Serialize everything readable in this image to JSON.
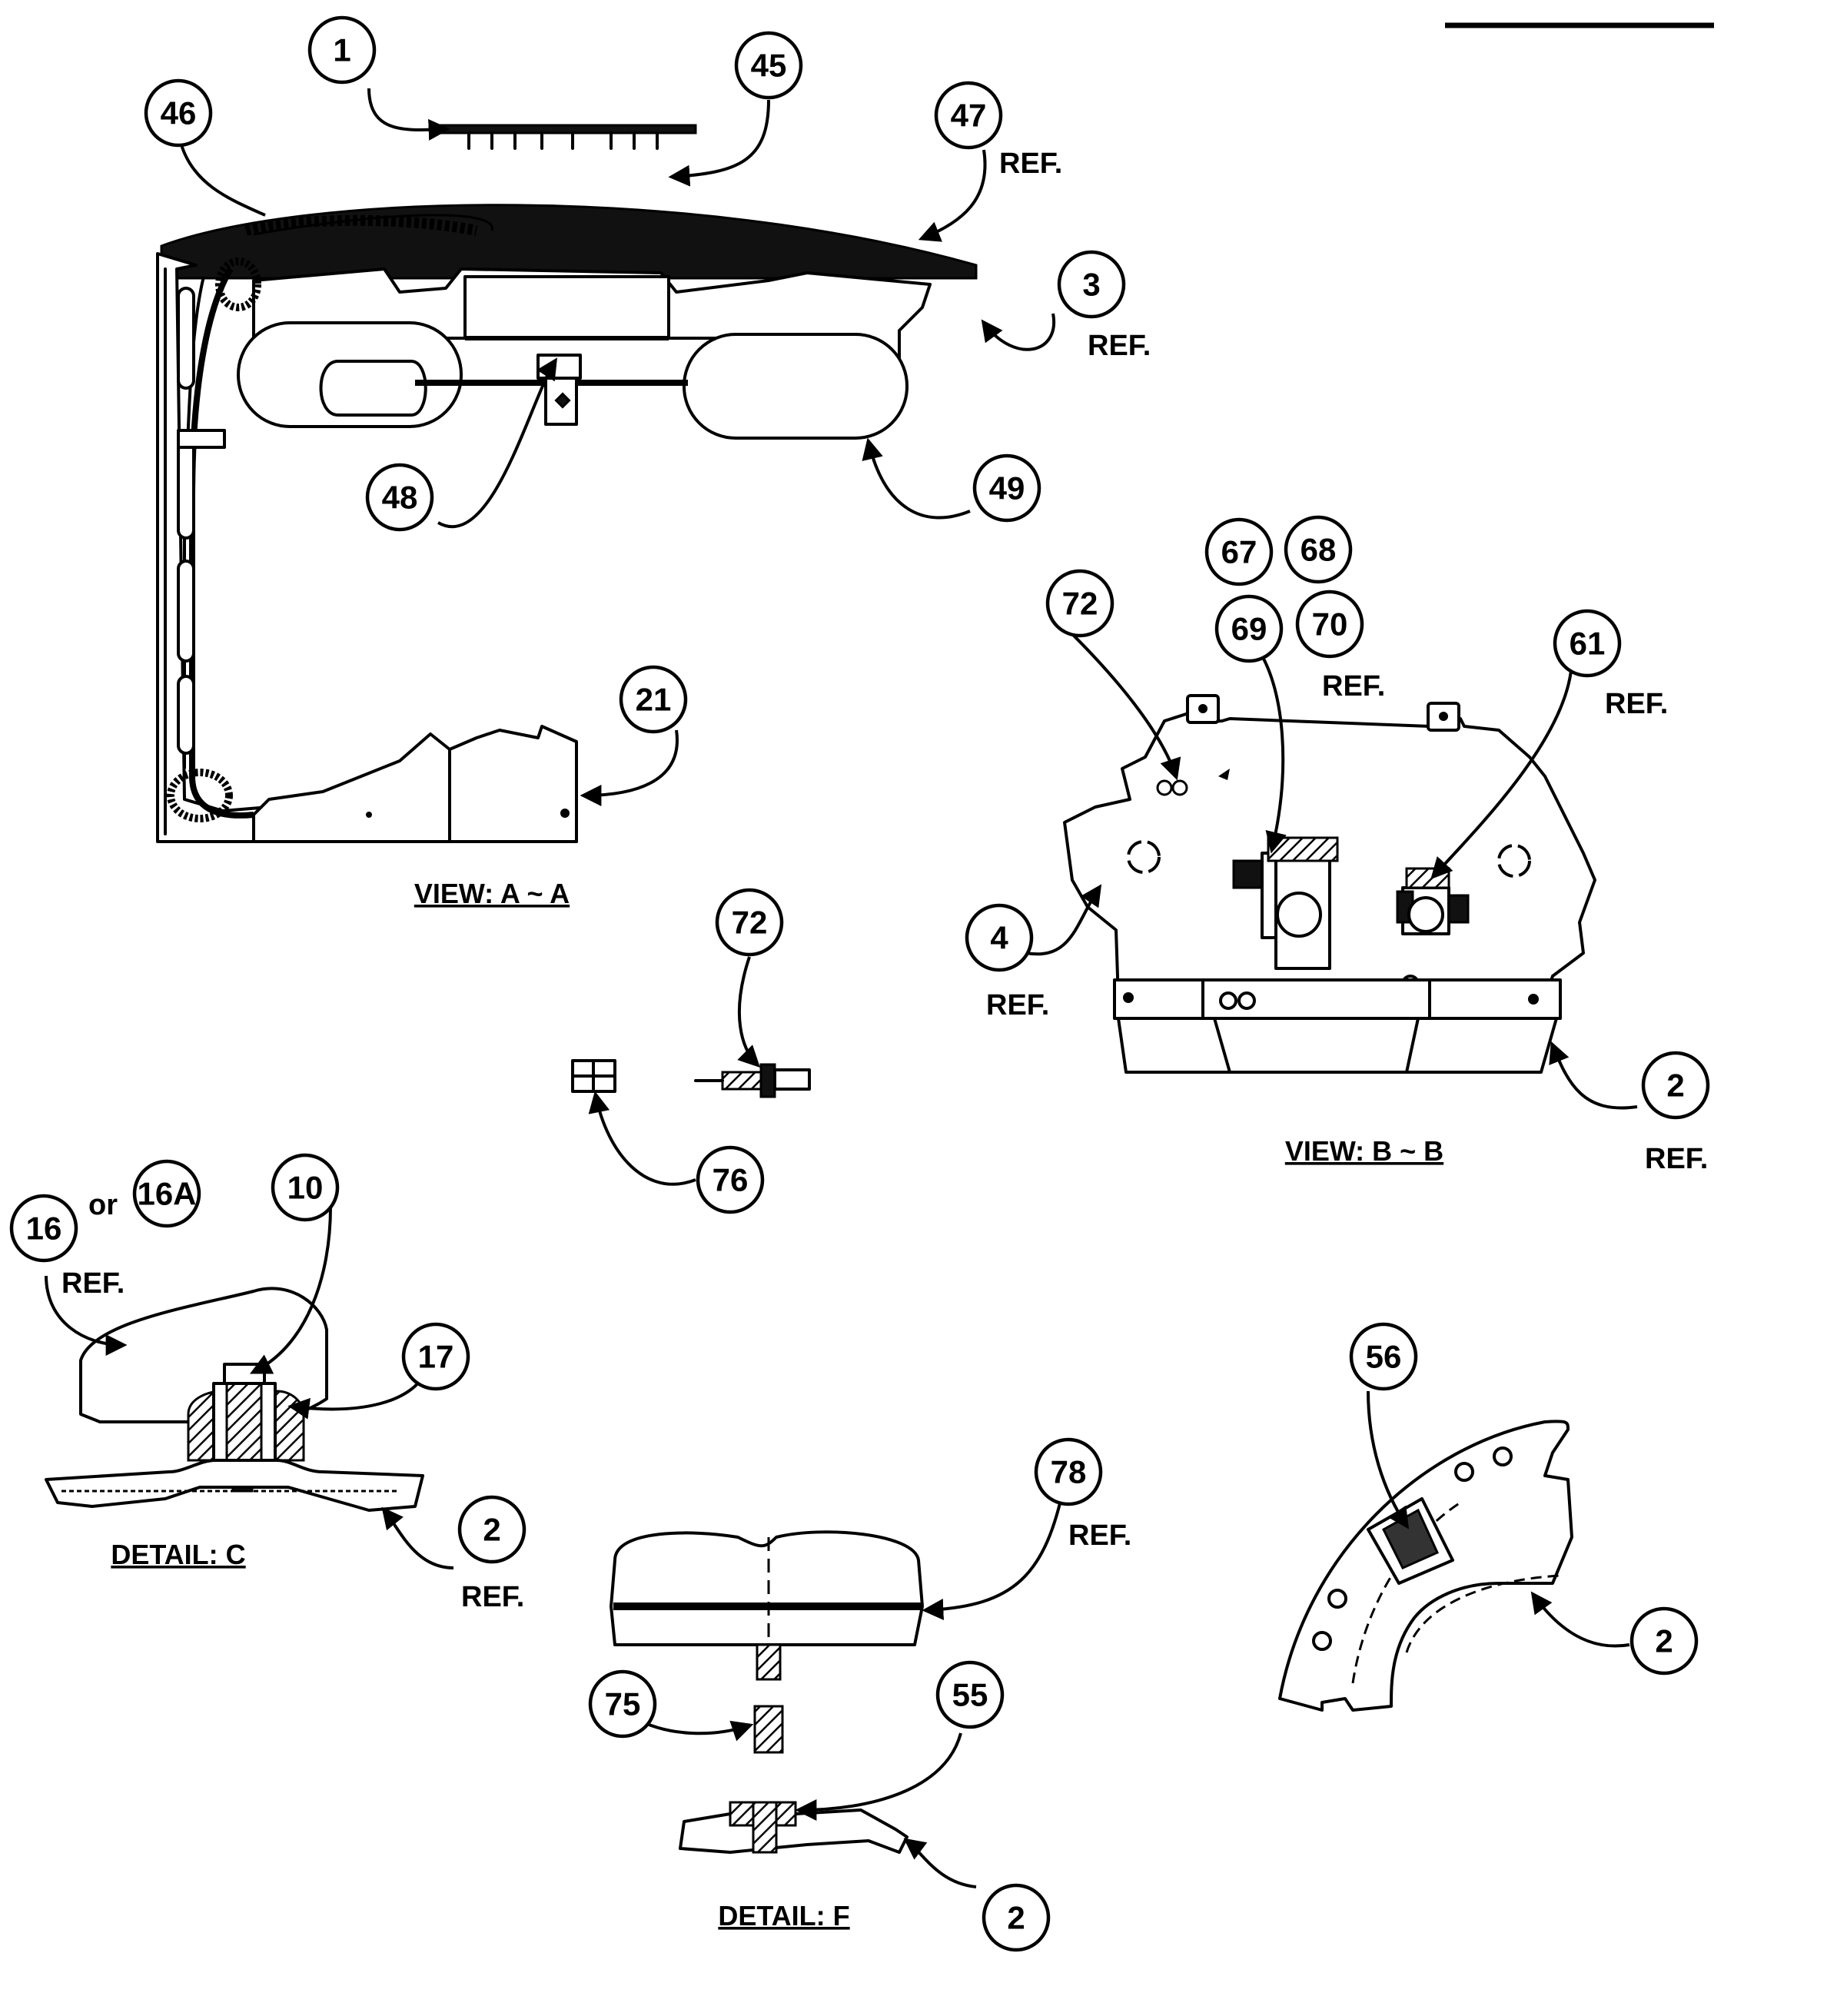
{
  "callouts": {
    "c1": "1",
    "c45": "45",
    "c46": "46",
    "c47": "47",
    "c3": "3",
    "c48": "48",
    "c49": "49",
    "c21": "21",
    "c67": "67",
    "c68": "68",
    "c72a": "72",
    "c69": "69",
    "c70": "70",
    "c61": "61",
    "c4": "4",
    "c2a": "2",
    "c72b": "72",
    "c76": "76",
    "c16": "16",
    "c16a": "16A",
    "c10": "10",
    "c17": "17",
    "c2b": "2",
    "c78": "78",
    "c75": "75",
    "c55": "55",
    "c2c": "2",
    "c56": "56",
    "c2d": "2"
  },
  "labels": {
    "ref": "REF.",
    "or": "or"
  },
  "captions": {
    "view_aa": "VIEW: A ~ A",
    "view_bb": "VIEW: B ~ B",
    "detail_c": "DETAIL: C",
    "detail_f": "DETAIL: F"
  }
}
